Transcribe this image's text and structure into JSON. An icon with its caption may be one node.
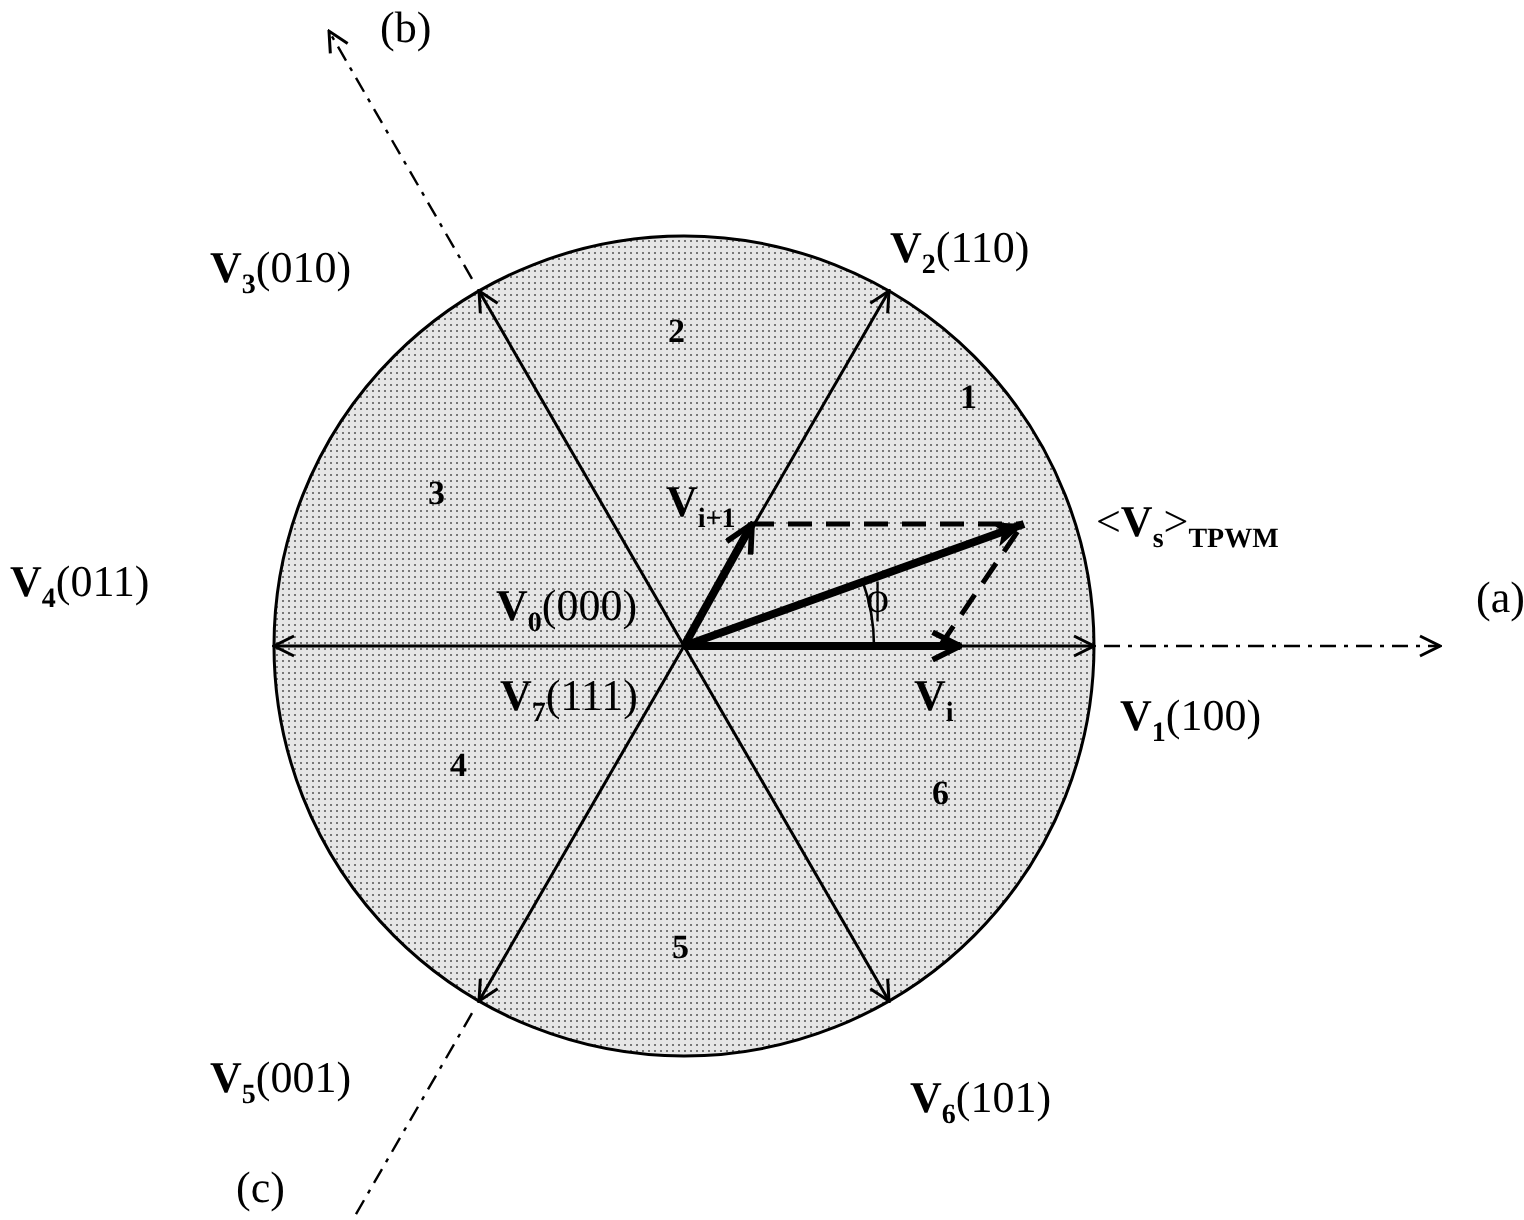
{
  "diagram": {
    "labels": [
      "(b)",
      "**V**$_{3}$(010)",
      "**V**$_{2}$(110)",
      "2",
      "1",
      "3",
      "**V**$_{i+1}$",
      "<**V**$_{s}$>$_{TPWM}$",
      "**V**$_{4}$(011)",
      "**V**$_{0}$(000)",
      "(a)",
      "**V**$_{7}$(111)",
      "**V**$_{i}$",
      "**V**$_{1}$(100)",
      "ϕ",
      "4",
      "6",
      "5",
      "**V**$_{5}$(001)",
      "**V**$_{6}$(101)",
      "(c)"
    ]
  }
}
